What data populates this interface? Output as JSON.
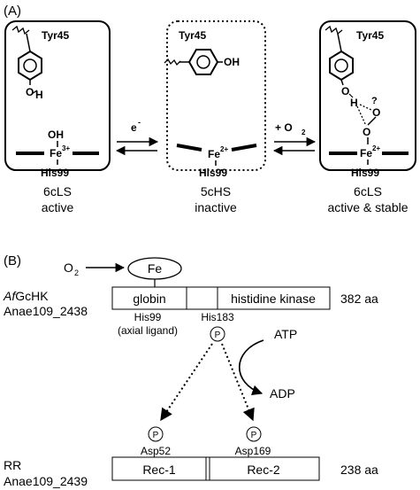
{
  "panel_a": {
    "label": "(A)",
    "tyr": "Tyr45",
    "his": "His99",
    "states": [
      {
        "top_ligand": "OH",
        "iron": "Fe",
        "charge": "3+",
        "caption_line1": "6cLS",
        "caption_line2": "active"
      },
      {
        "iron": "Fe",
        "charge": "2+",
        "caption_line1": "5cHS",
        "caption_line2": "inactive"
      },
      {
        "iron": "Fe",
        "charge": "2+",
        "caption_line1": "6cLS",
        "caption_line2": "active & stable"
      }
    ],
    "phenol_oh": "OH",
    "o_letter": "O",
    "h_letter": "H",
    "question": "?",
    "electron": "e",
    "electron_sup": "-",
    "oxygen_add": "+ O",
    "oxygen_sub": "2"
  },
  "panel_b": {
    "label": "(B)",
    "o2": "O",
    "o2_sub": "2",
    "heme_label": "Fe",
    "protein1_name_italic": "Af",
    "protein1_name_rest": "GcHK",
    "protein1_locus": "Anae109_2438",
    "domains1": [
      "globin",
      "histidine kinase"
    ],
    "length1": "382 aa",
    "his99": "His99",
    "axial": "(axial ligand)",
    "his183": "His183",
    "phospho": "P",
    "atp": "ATP",
    "adp": "ADP",
    "asp52": "Asp52",
    "asp169": "Asp169",
    "protein2_name": "RR",
    "protein2_locus": "Anae109_2439",
    "domains2": [
      "Rec-1",
      "Rec-2"
    ],
    "length2": "238 aa"
  }
}
